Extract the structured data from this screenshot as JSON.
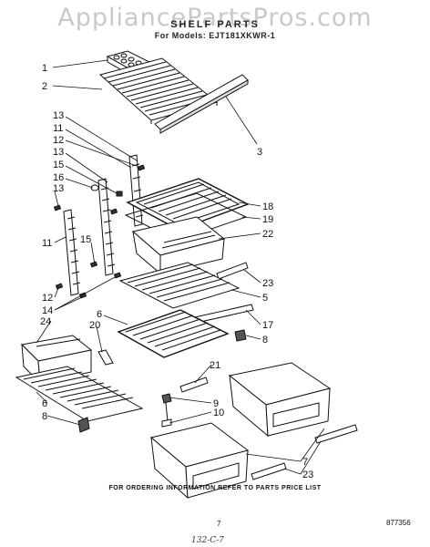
{
  "watermark": "AppliancePartsPros.com",
  "title": "SHELF PARTS",
  "model_line": "For Models: EJT181XKWR-1",
  "footer_note": "FOR ORDERING INFORMATION REFER TO PARTS PRICE LIST",
  "page_number": "7",
  "doc_number": "877356",
  "handwritten_note": "132-C-7",
  "callouts": [
    {
      "id": "c1",
      "label": "1"
    },
    {
      "id": "c2",
      "label": "2"
    },
    {
      "id": "c3",
      "label": "3"
    },
    {
      "id": "c13a",
      "label": "13"
    },
    {
      "id": "c11a",
      "label": "11"
    },
    {
      "id": "c12a",
      "label": "12"
    },
    {
      "id": "c13b",
      "label": "13"
    },
    {
      "id": "c15a",
      "label": "15"
    },
    {
      "id": "c16",
      "label": "16"
    },
    {
      "id": "c13c",
      "label": "13"
    },
    {
      "id": "c11b",
      "label": "11"
    },
    {
      "id": "c15b",
      "label": "15"
    },
    {
      "id": "c12b",
      "label": "12"
    },
    {
      "id": "c14",
      "label": "14"
    },
    {
      "id": "c24",
      "label": "24"
    },
    {
      "id": "c20",
      "label": "20"
    },
    {
      "id": "c6a",
      "label": "6"
    },
    {
      "id": "c6b",
      "label": "6"
    },
    {
      "id": "c8a",
      "label": "8"
    },
    {
      "id": "c18",
      "label": "18"
    },
    {
      "id": "c19",
      "label": "19"
    },
    {
      "id": "c22",
      "label": "22"
    },
    {
      "id": "c23a",
      "label": "23"
    },
    {
      "id": "c5",
      "label": "5"
    },
    {
      "id": "c17",
      "label": "17"
    },
    {
      "id": "c8b",
      "label": "8"
    },
    {
      "id": "c21",
      "label": "21"
    },
    {
      "id": "c9",
      "label": "9"
    },
    {
      "id": "c10",
      "label": "10"
    },
    {
      "id": "c7",
      "label": "7"
    },
    {
      "id": "c23b",
      "label": "23"
    }
  ]
}
